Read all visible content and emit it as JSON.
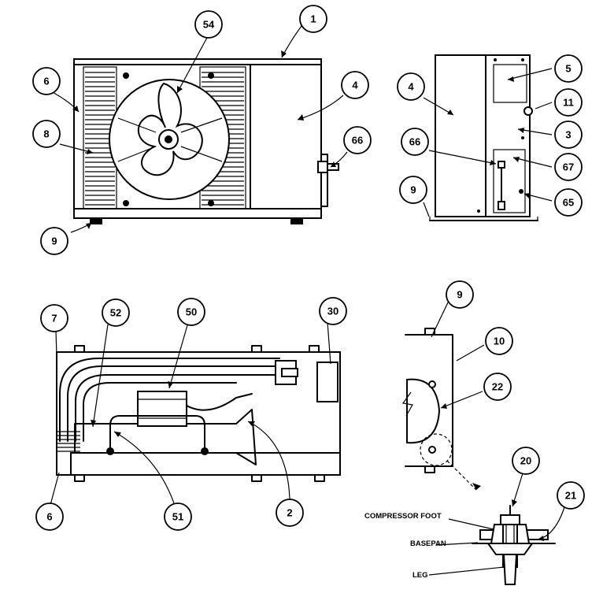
{
  "callouts": {
    "c1": "1",
    "c54": "54",
    "c6a": "6",
    "c4a": "4",
    "c8": "8",
    "c66a": "66",
    "c9a": "9",
    "c4b": "4",
    "c5": "5",
    "c11": "11",
    "c3": "3",
    "c66b": "66",
    "c67": "67",
    "c9b": "9",
    "c65": "65",
    "c7": "7",
    "c52": "52",
    "c50": "50",
    "c30": "30",
    "c6b": "6",
    "c51": "51",
    "c2": "2",
    "c9c": "9",
    "c10": "10",
    "c22": "22",
    "c20": "20",
    "c21": "21"
  },
  "captions": {
    "compressor_foot": "COMPRESSOR FOOT",
    "basepan": "BASEPAN",
    "leg": "LEG"
  }
}
